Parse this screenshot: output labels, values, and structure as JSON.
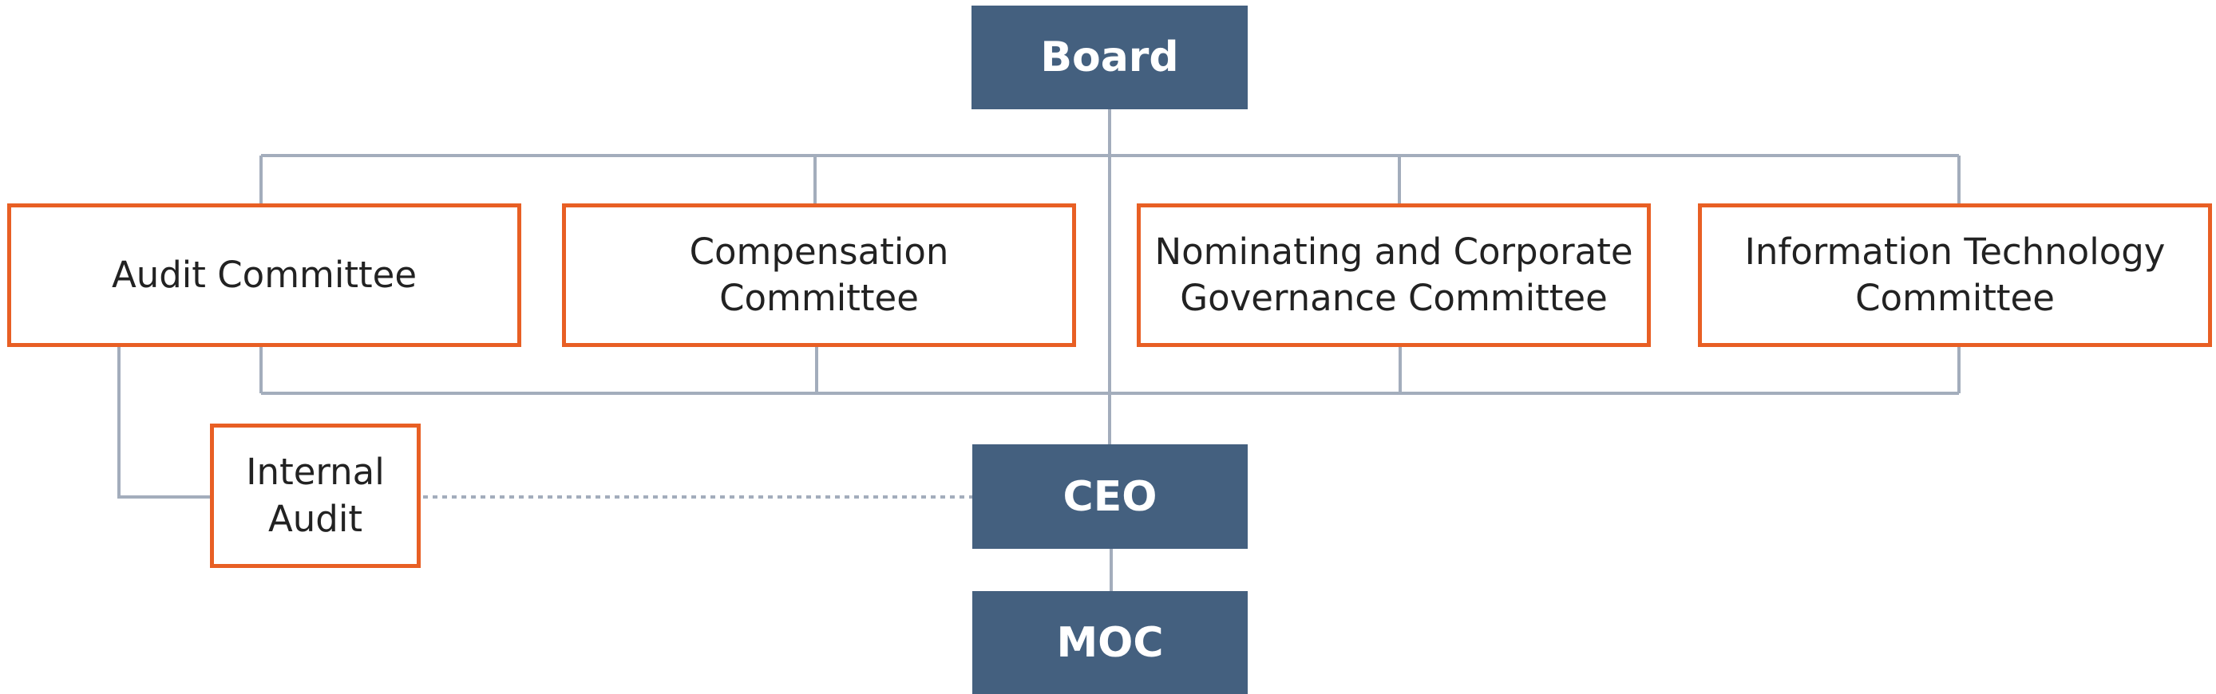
{
  "org_chart": {
    "board": "Board",
    "ceo": "CEO",
    "moc": "MOC",
    "internal_audit": [
      "Internal",
      "Audit"
    ],
    "committees": [
      {
        "lines": [
          "Audit Committee"
        ]
      },
      {
        "lines": [
          "Compensation",
          "Committee"
        ]
      },
      {
        "lines": [
          "Nominating and Corporate",
          "Governance Committee"
        ]
      },
      {
        "lines": [
          "Information Technology",
          "Committee"
        ]
      }
    ]
  },
  "colors": {
    "solid_box": "#44607f",
    "outline_box": "#e85f24",
    "connector": "#a3adbc"
  }
}
